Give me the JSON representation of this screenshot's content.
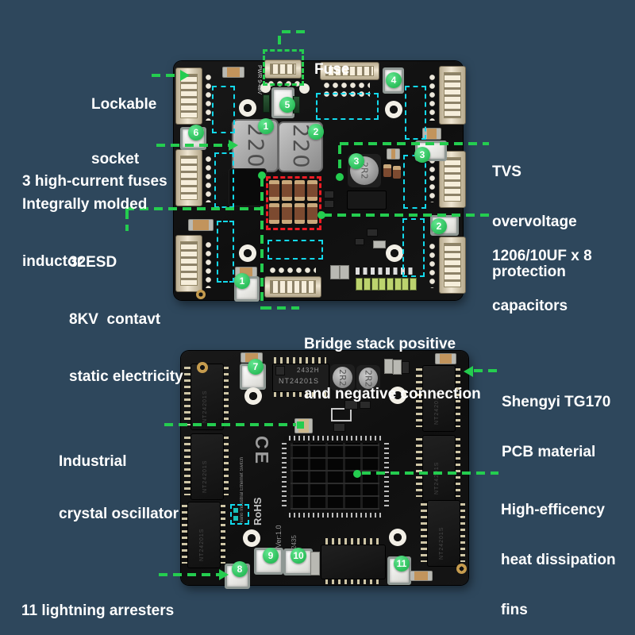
{
  "colors": {
    "background": "#2e475c",
    "callout_green": "#24cd4f",
    "marker_green": "#2abd59",
    "highlight_cyan": "#12d9ec",
    "highlight_red": "#ee1b24",
    "label_text": "#ffffff"
  },
  "callouts": {
    "fuse": {
      "lines": [
        "Fuse"
      ]
    },
    "lockable_socket": {
      "lines": [
        "Lockable",
        "socket"
      ]
    },
    "high_current_fuses": {
      "lines": [
        "3 high-current fuses"
      ]
    },
    "molded_inductor": {
      "lines": [
        "Integrally molded",
        "inductor"
      ]
    },
    "esd": {
      "lines": [
        "32ESD",
        "8KV  contavt",
        "static electricity"
      ]
    },
    "tvs": {
      "lines": [
        "TVS",
        "overvoltage",
        "protection"
      ]
    },
    "capacitors": {
      "lines": [
        "1206/10UF x 8",
        "capacitors"
      ]
    },
    "bridge": {
      "lines": [
        "Bridge stack positive",
        "and negative connection"
      ]
    },
    "pcb_material": {
      "lines": [
        "Shengyi TG170",
        "PCB material"
      ]
    },
    "crystal": {
      "lines": [
        "Industrial",
        "crystal oscillator"
      ]
    },
    "heat_fins": {
      "lines": [
        "High-efficency",
        "heat dissipation",
        "fins"
      ]
    },
    "arresters": {
      "lines": [
        "11 lightning arresters"
      ]
    }
  },
  "markers": {
    "board1": [
      "1",
      "2",
      "3",
      "4",
      "5",
      "6",
      "3",
      "2",
      "1"
    ],
    "board2": [
      "7",
      "8",
      "9",
      "10",
      "11"
    ]
  },
  "silk": {
    "pwr": "PWR 9-48V",
    "i220": "220",
    "i2r2": "2R2",
    "chip_line1": "2432H",
    "chip_line2": "NT24201S",
    "xfmr_mark": "NT24201S",
    "ce": "CE",
    "rohs": "RoHS",
    "version": "Ver:1.0",
    "batch": "2435",
    "edge_text": "Nano Industrial Ethernet Switch"
  }
}
